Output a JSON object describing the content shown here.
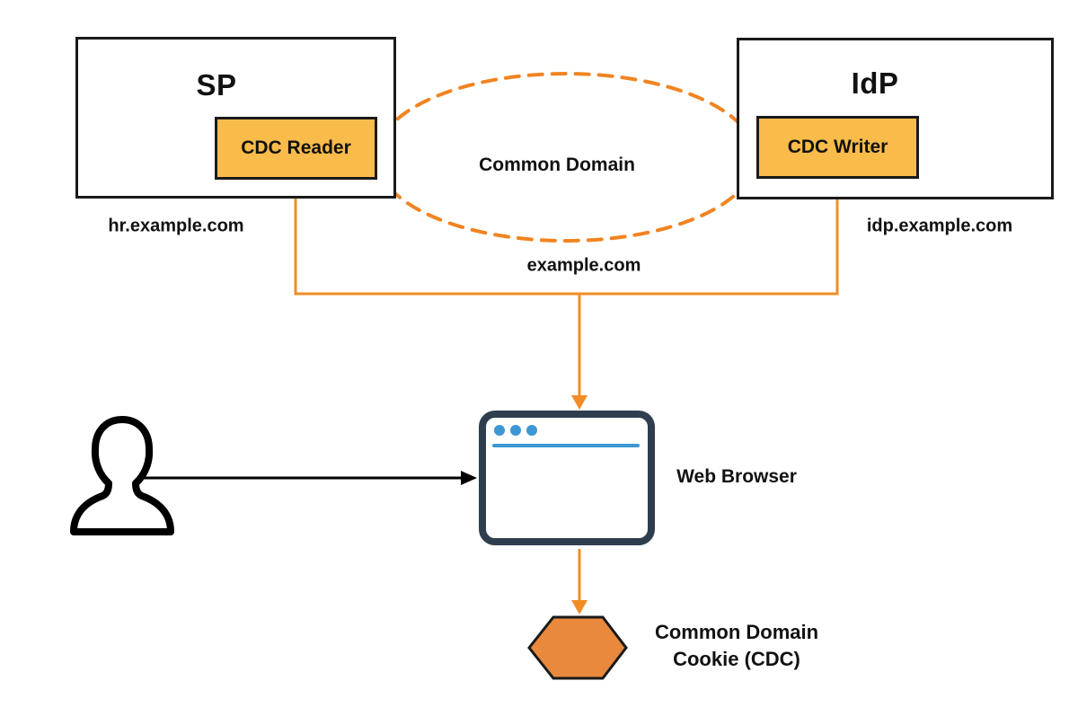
{
  "diagram": {
    "sp": {
      "title": "SP",
      "module_label": "CDC Reader",
      "domain": "hr.example.com"
    },
    "idp": {
      "title": "IdP",
      "module_label": "CDC Writer",
      "domain": "idp.example.com"
    },
    "common_domain": {
      "label": "Common Domain",
      "domain": "example.com"
    },
    "browser": {
      "label": "Web Browser"
    },
    "cookie": {
      "label_line1": "Common Domain",
      "label_line2": "Cookie (CDC)"
    },
    "icons": {
      "user": "user-silhouette-icon",
      "browser": "browser-window-icon",
      "cookie": "hexagon-cookie-icon",
      "common_domain_boundary": "dashed-ellipse"
    },
    "colors": {
      "module_fill": "#F9BB4A",
      "hexagon_fill": "#E8893D",
      "connector_orange": "#F18D26",
      "ellipse_dash_orange": "#F08421",
      "browser_frame": "#2E3E4E",
      "browser_accent_blue": "#3C97D3",
      "box_border": "#1a1a1a",
      "text": "#111111",
      "arrow_black": "#000000",
      "background": "#ffffff"
    }
  }
}
